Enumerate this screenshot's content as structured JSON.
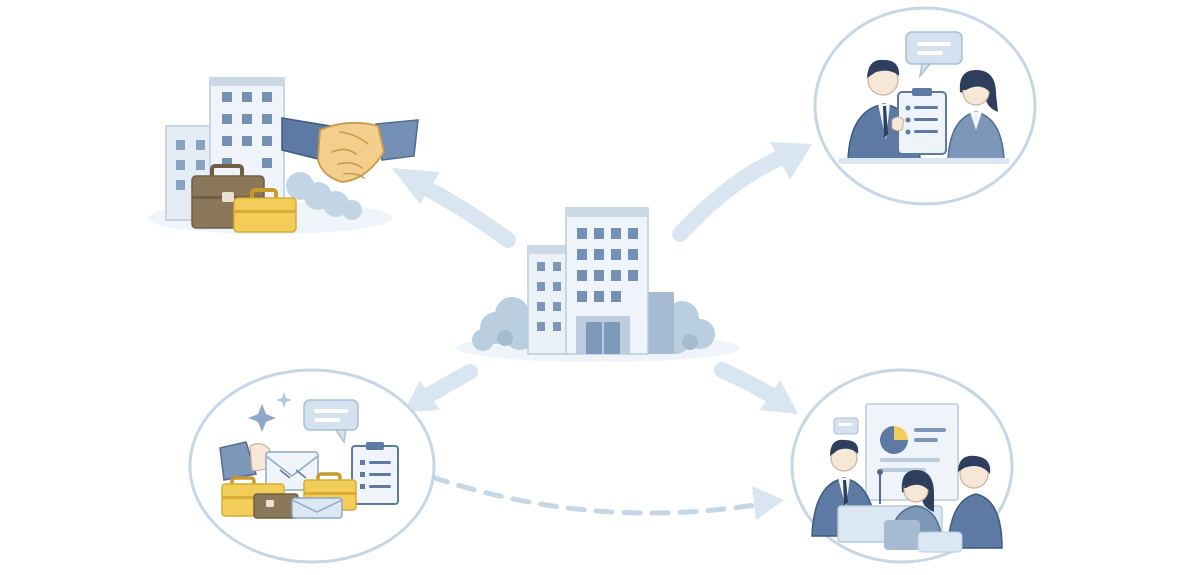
{
  "diagram": {
    "type": "hub-and-spoke illustration",
    "center": {
      "icon": "office-building-icon"
    },
    "nodes": [
      {
        "id": "partnership",
        "icon": "handshake-icon",
        "frame": "none"
      },
      {
        "id": "consultation",
        "icon": "consultation-meeting-icon",
        "frame": "circle"
      },
      {
        "id": "documents",
        "icon": "documents-and-briefcases-icon",
        "frame": "circle"
      },
      {
        "id": "presentation",
        "icon": "presentation-meeting-icon",
        "frame": "circle"
      }
    ],
    "edges": [
      {
        "from": "center",
        "to": "partnership",
        "style": "solid-arrow"
      },
      {
        "from": "center",
        "to": "consultation",
        "style": "solid-arrow"
      },
      {
        "from": "center",
        "to": "documents",
        "style": "solid-arrow"
      },
      {
        "from": "center",
        "to": "presentation",
        "style": "solid-arrow"
      },
      {
        "from": "documents",
        "to": "presentation",
        "style": "dashed-arrow"
      }
    ]
  },
  "colors": {
    "navy": "#4f6d96",
    "steel": "#7d97b8",
    "light_blue": "#dbe7f2",
    "pale_blue": "#eef4f9",
    "window": "#6e88ad",
    "gold": "#f2cd5a",
    "gold_dark": "#d7ab35",
    "brown": "#8c7858",
    "skin": "#f7e7d6",
    "hair": "#2d3f5c",
    "arrow": "#d9e6f1",
    "circle_stroke": "#c5d7e7"
  }
}
